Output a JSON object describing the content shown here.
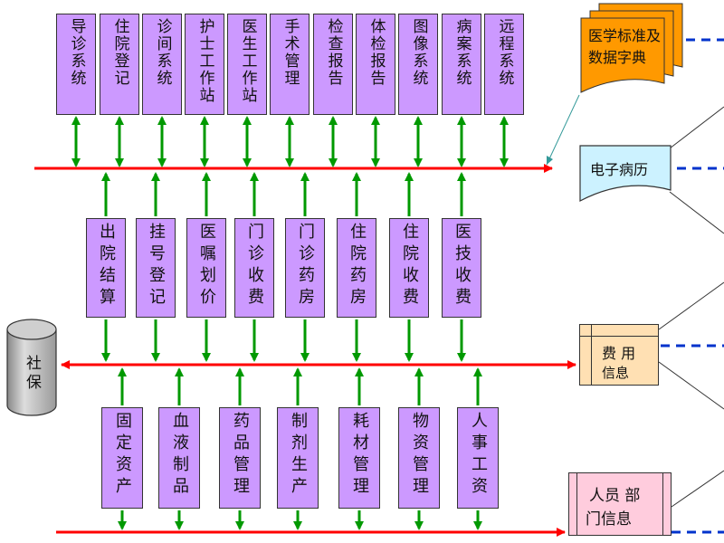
{
  "top_modules": [
    "导诊系统",
    "住院登记",
    "诊间系统",
    "护士工作站",
    "医生工作站",
    "手术管理",
    "检查报告",
    "体检报告",
    "图像系统",
    "病案系统",
    "远程系统"
  ],
  "mid_modules": [
    "出院结算",
    "挂号登记",
    "医嘱划价",
    "门诊收费",
    "门诊药房",
    "住院药房",
    "住院收费",
    "医技收费"
  ],
  "bot_modules": [
    "固定资产",
    "血液制品",
    "药品管理",
    "制剂生产",
    "耗材管理",
    "物资管理",
    "人事工资"
  ],
  "right_nodes": {
    "standard_doc": "医学标准及数据字典",
    "emr": "电子病历",
    "fee_line1": "费 用",
    "fee_line2": "信息",
    "personnel_line1": "人员 部",
    "personnel_line2": "门信息"
  },
  "social_security": "社保"
}
